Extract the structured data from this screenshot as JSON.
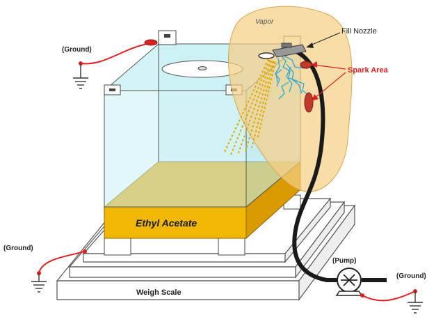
{
  "labels": {
    "vapor": "Vapor",
    "fill_nozzle": "Fill Nozzle",
    "spark_area": "Spark Area",
    "ground_top_left": "(Ground)",
    "ground_left": "(Ground)",
    "ground_right": "(Ground)",
    "pump": "(Pump)",
    "weigh_scale": "Weigh Scale",
    "liquid": "Ethyl Acetate"
  },
  "colors": {
    "vapor_cloud": "#f6cf85",
    "tank_glass": "#c8f0f4",
    "liquid": "#f2b705",
    "ground_wire": "#e02020",
    "hose": "#1a1a1a",
    "spark": "#c0392b",
    "spark_label": "#e02020",
    "scale": "#ffffff",
    "static_discharge": "#2aa7d8"
  },
  "icons": {
    "ground": "ground-symbol-icon",
    "pump": "pump-symbol-icon",
    "nozzle": "fill-nozzle-icon",
    "spark": "spark-icon"
  }
}
